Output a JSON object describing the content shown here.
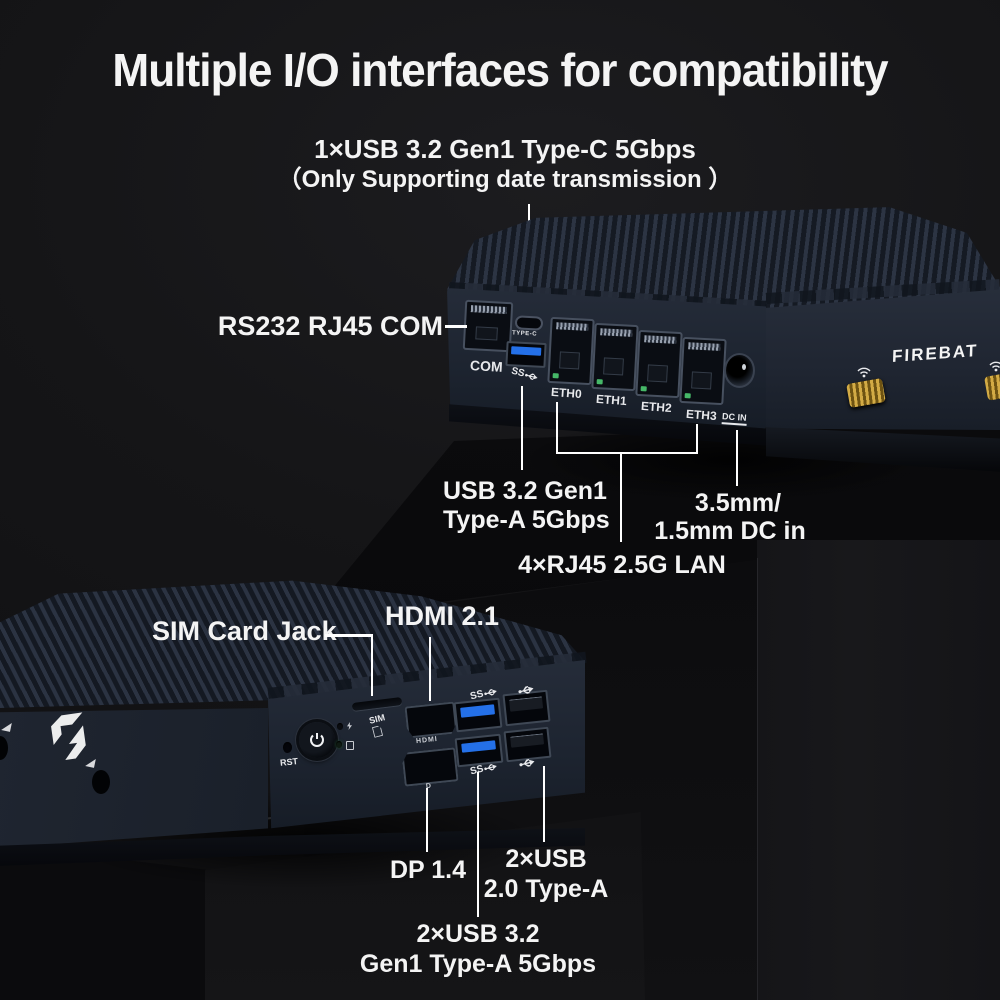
{
  "title": "Multiple I/O interfaces for compatibility",
  "brand": "FIREBAT",
  "annotations": {
    "usb_c_line1": "1×USB 3.2 Gen1 Type-C 5Gbps",
    "usb_c_line2": "（Only Supporting date transmission ）",
    "rs232": "RS232 RJ45 COM",
    "usb_a_line1": "USB 3.2 Gen1",
    "usb_a_line2": "Type-A 5Gbps",
    "dc_line1": "3.5mm/",
    "dc_line2": "1.5mm DC in",
    "lan": "4×RJ45 2.5G LAN",
    "sim": "SIM Card Jack",
    "hdmi": "HDMI 2.1",
    "dp": "DP 1.4",
    "usb2_line1": "2×USB",
    "usb2_line2": "2.0 Type-A",
    "usb32_line1": "2×USB 3.2",
    "usb32_line2": "Gen1 Type-A 5Gbps"
  },
  "device_rear": {
    "com": "COM",
    "type_c": "TYPE-C",
    "ss": "SS",
    "eth": [
      "ETH0",
      "ETH1",
      "ETH2",
      "ETH3"
    ],
    "dc_in": "DC IN"
  },
  "device_front": {
    "rst": "RST",
    "sim": "SIM",
    "hdmi": "HDMI",
    "dp": "D",
    "ss": "SS"
  },
  "colors": {
    "background": "#141416",
    "device_body": "#232a37",
    "usb3_blue": "#2470e8",
    "label_white": "#f4f4f4",
    "antenna_gold": "#c9a23a",
    "led_green": "#46b868"
  }
}
